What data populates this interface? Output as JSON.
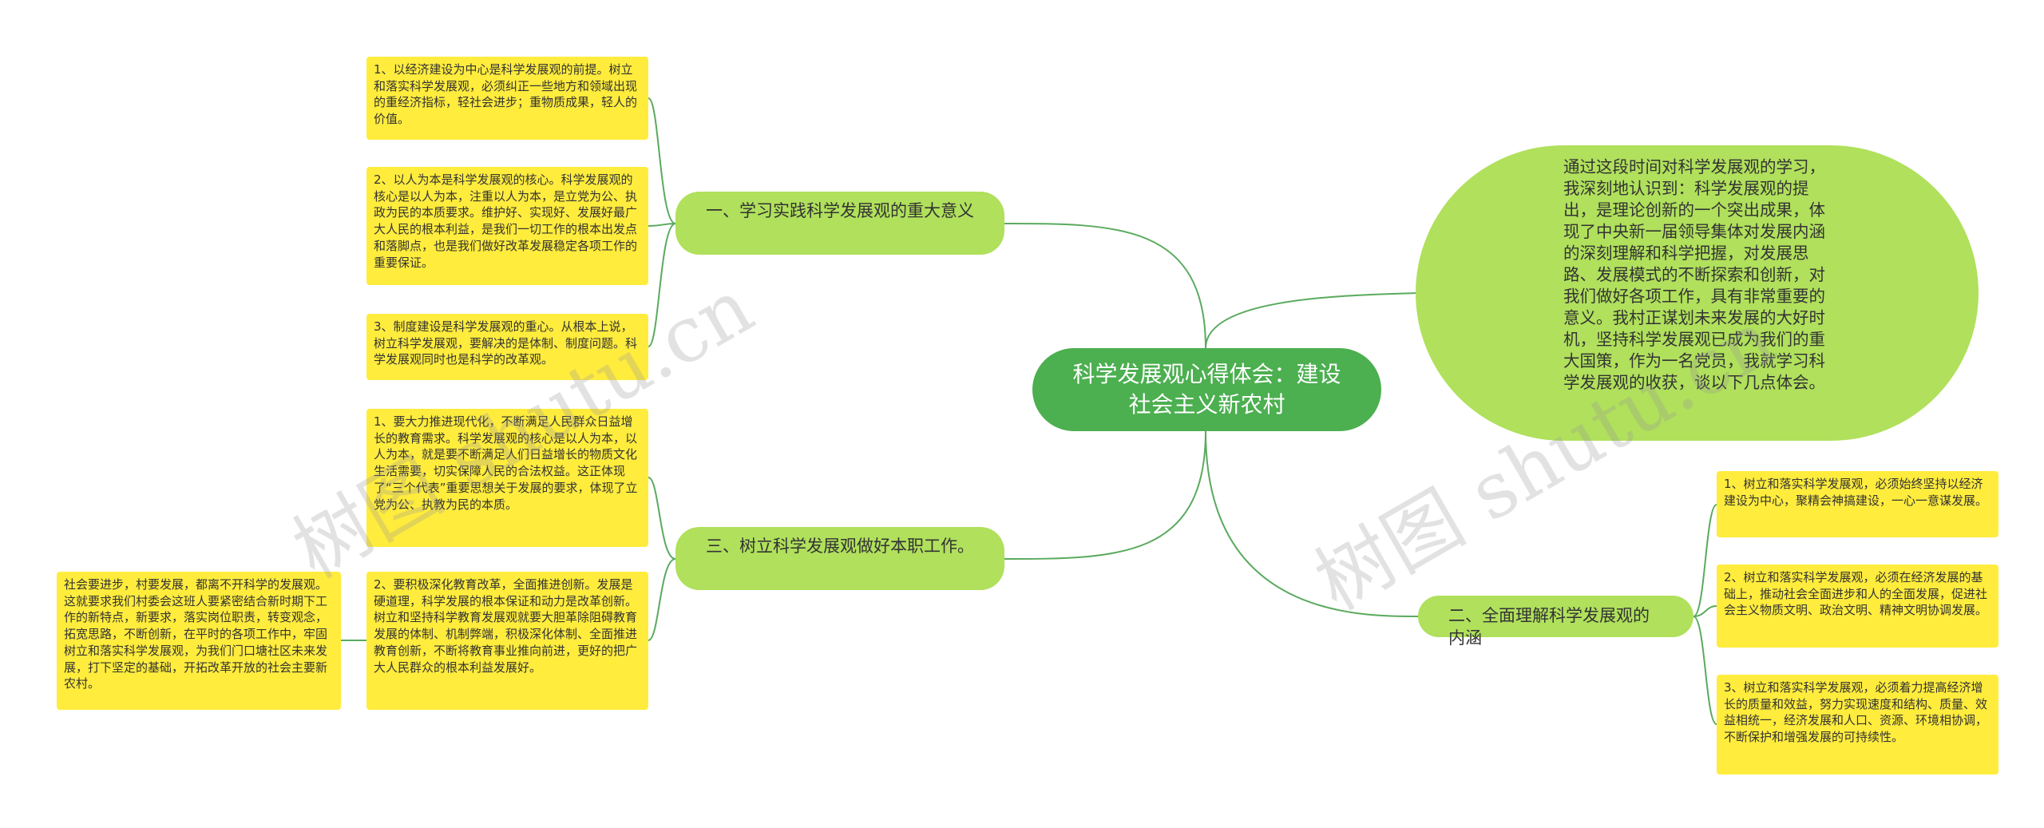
{
  "root": {
    "title": "科学发展观心得体会：建设社会主义新农村"
  },
  "intro": {
    "text": "通过这段时间对科学发展观的学习，我深刻地认识到：科学发展观的提出，是理论创新的一个突出成果，体现了中央新一届领导集体对发展内涵的深刻理解和科学把握，对发展思路、发展模式的不断探索和创新，对我们做好各项工作，具有非常重要的意义。我村正谋划未来发展的大好时机，坚持科学发展观已成为我们的重大国策，作为一名党员，我就学习科学发展观的收获，谈以下几点体会。"
  },
  "branches": {
    "b1": {
      "label": "一、学习实践科学发展观的重大意义",
      "leaves": [
        "1、以经济建设为中心是科学发展观的前提。树立和落实科学发展观，必须纠正一些地方和领域出现的重经济指标，轻社会进步；重物质成果，轻人的价值。",
        "2、以人为本是科学发展观的核心。科学发展观的核心是以人为本，注重以人为本，是立党为公、执政为民的本质要求。维护好、实现好、发展好最广大人民的根本利益，是我们一切工作的根本出发点和落脚点，也是我们做好改革发展稳定各项工作的重要保证。",
        "3、制度建设是科学发展观的重心。从根本上说，树立科学发展观，要解决的是体制、制度问题。科学发展观同时也是科学的改革观。"
      ]
    },
    "b2": {
      "label": "二、全面理解科学发展观的内涵",
      "leaves": [
        "1、树立和落实科学发展观，必须始终坚持以经济建设为中心，聚精会神搞建设，一心一意谋发展。",
        "2、树立和落实科学发展观，必须在经济发展的基础上，推动社会全面进步和人的全面发展，促进社会主义物质文明、政治文明、精神文明协调发展。",
        "3、树立和落实科学发展观，必须着力提高经济增长的质量和效益，努力实现速度和结构、质量、效益相统一，经济发展和人口、资源、环境相协调，不断保护和增强发展的可持续性。"
      ]
    },
    "b3": {
      "label": "三、树立科学发展观做好本职工作。",
      "leaves": [
        "1、要大力推进现代化，不断满足人民群众日益增长的教育需求。科学发展观的核心是以人为本，以人为本，就是要不断满足人们日益增长的物质文化生活需要，切实保障人民的合法权益。这正体现了“三个代表”重要思想关于发展的要求，体现了立党为公、执教为民的本质。",
        "2、要积极深化教育改革，全面推进创新。发展是硬道理，科学发展的根本保证和动力是改革创新。树立和坚持科学教育发展观就要大胆革除阻碍教育发展的体制、机制弊端，积极深化体制、全面推进教育创新，不断将教育事业推向前进，更好的把广大人民群众的根本利益发展好。"
      ],
      "sub_leaf": "社会要进步，村要发展，都离不开科学的发展观。这就要求我们村委会这班人要紧密结合新时期下工作的新特点，新要求，落实岗位职责，转变观念，拓宽思路，不断创新，在平时的各项工作中，牢固树立和落实科学发展观，为我们门口塘社区未来发展，打下坚定的基础，开拓改革开放的社会主要新农村。"
    }
  },
  "style": {
    "root_color": "#4caf50",
    "branch_color": "#b0e05c",
    "leaf_color": "#ffec3d",
    "link_color": "#5aaa5e"
  },
  "watermark": "树图 shutu.cn"
}
